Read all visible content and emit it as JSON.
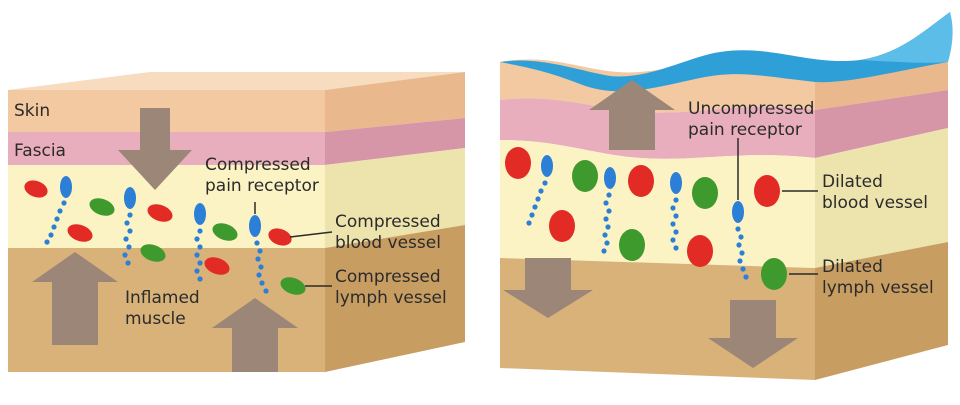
{
  "left_block": {
    "labels": {
      "skin": "Skin",
      "fascia": "Fascia",
      "pain_receptor_line1": "Compressed",
      "pain_receptor_line2": "pain receptor",
      "blood_vessel_line1": "Compressed",
      "blood_vessel_line2": "blood vessel",
      "lymph_vessel_line1": "Compressed",
      "lymph_vessel_line2": "lymph vessel",
      "muscle_line1": "Inflamed",
      "muscle_line2": "muscle"
    }
  },
  "right_block": {
    "labels": {
      "pain_receptor_line1": "Uncompressed",
      "pain_receptor_line2": "pain receptor",
      "blood_vessel_line1": "Dilated",
      "blood_vessel_line2": "blood vessel",
      "lymph_vessel_line1": "Dilated",
      "lymph_vessel_line2": "lymph vessel"
    }
  },
  "colors": {
    "skin": "#f2c9a0",
    "fascia": "#e8aebd",
    "fat": "#fbf3c4",
    "muscle": "#d9b27a",
    "blood_vessel": "#e32b25",
    "lymph_vessel": "#3f9a2d",
    "nerve": "#2b7fd6",
    "arrow": "#9b8677",
    "wrap": "#2f9fd8"
  }
}
